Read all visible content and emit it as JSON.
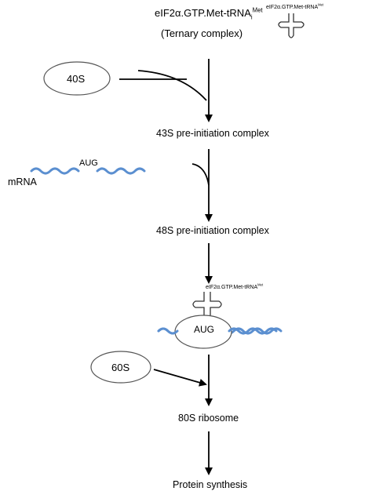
{
  "ternary": {
    "main": "eIF2α.GTP.Met-tRNA",
    "sub": "i",
    "sup": "Met",
    "line2": "(Ternary complex)",
    "icon_main": "eIF2α.GTP.Met-tRNA",
    "icon_sup": "Met"
  },
  "subunit_40s": "40S",
  "subunit_60s": "60S",
  "complex_43s": "43S pre-initiation complex",
  "mrna_label": "mRNA",
  "codon_1": "AUG",
  "complex_48s": "48S pre-initiation complex",
  "trna_mid": {
    "main": "eIF2α.GTP.Met-tRNA",
    "sup": "Met"
  },
  "codon_2": "AUG",
  "ribosome_80s": "80S ribosome",
  "protein_synthesis": "Protein synthesis",
  "colors": {
    "mrna": "#5b8fd0",
    "line": "#000000",
    "oval": "#555555"
  }
}
